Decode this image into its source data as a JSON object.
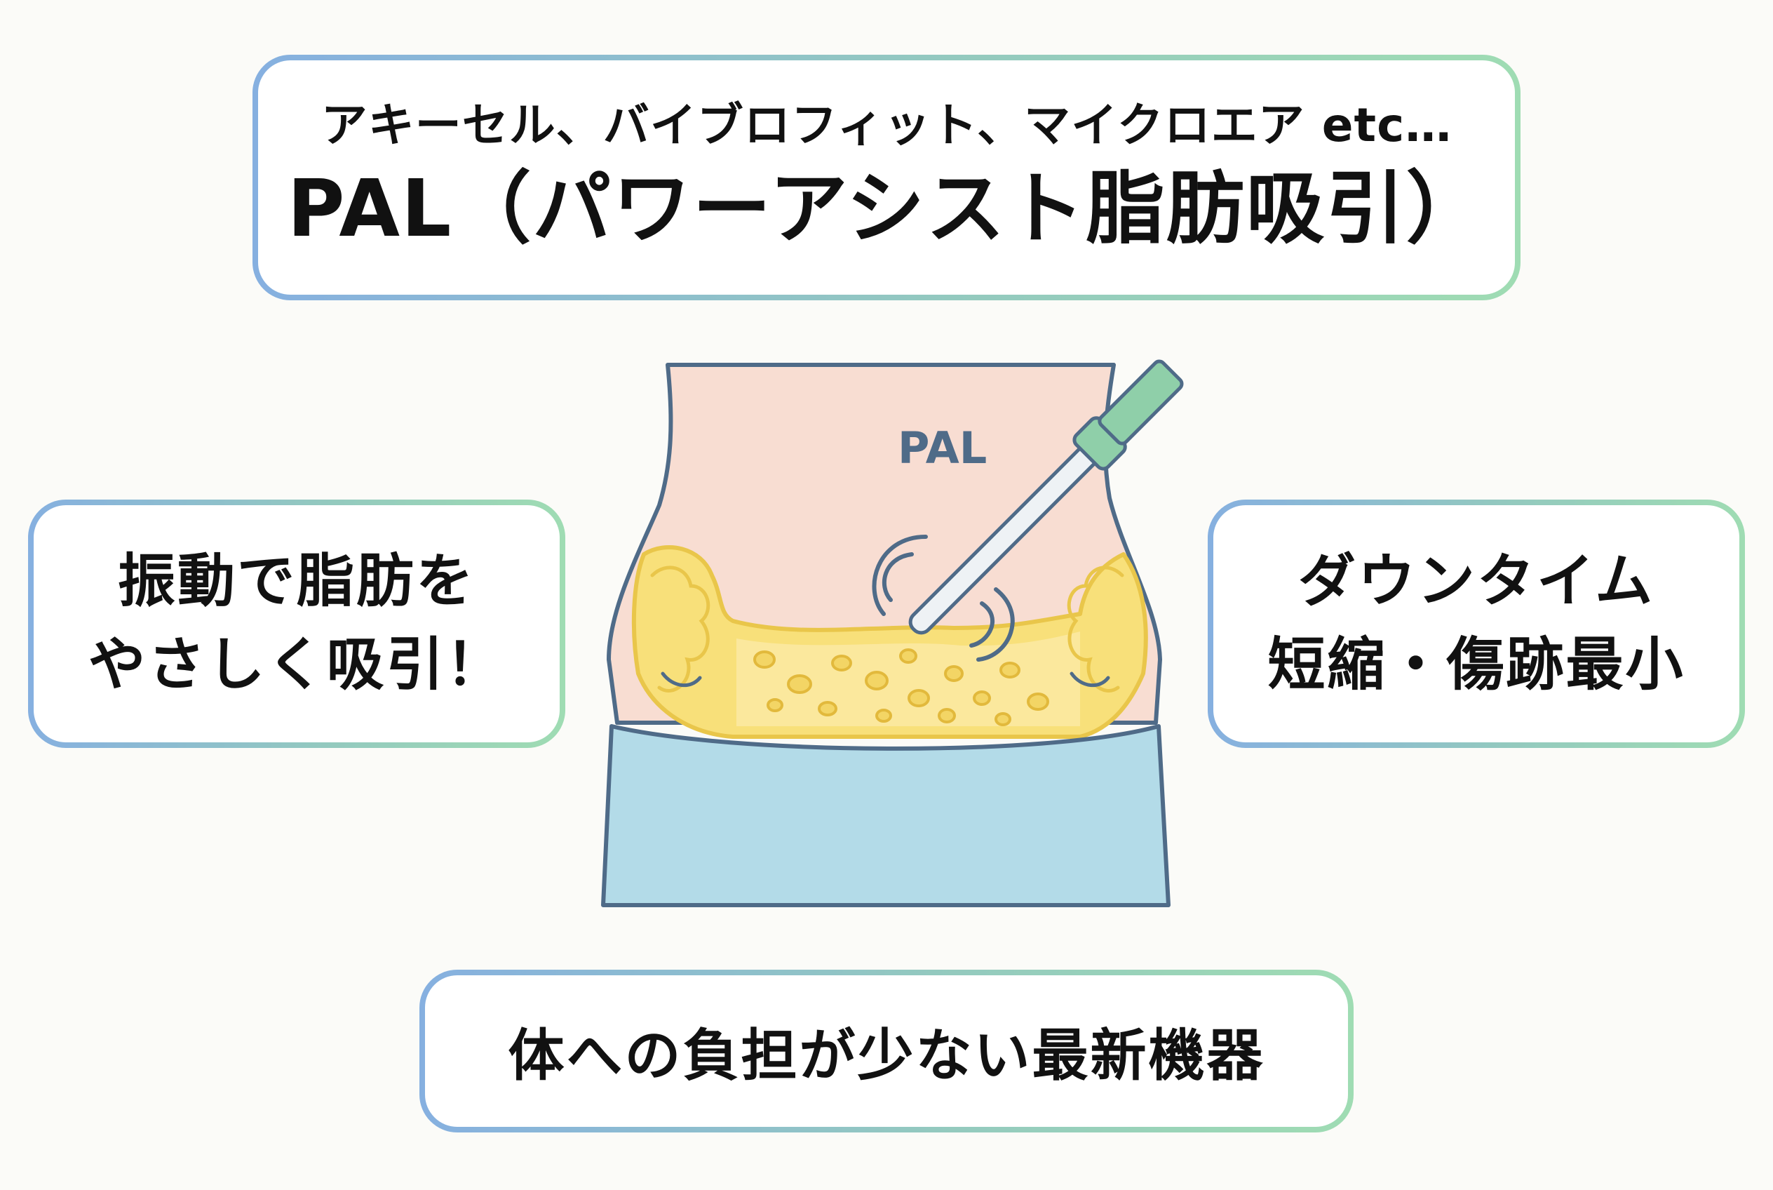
{
  "header": {
    "subtitle": "アキーセル、バイブロフィット、マイクロエア etc…",
    "title": "PAL（パワーアシスト脂肪吸引）"
  },
  "left_panel": {
    "line1": "振動で脂肪を",
    "line2": "やさしく吸引！"
  },
  "right_panel": {
    "line1": "ダウンタイム",
    "line2": "短縮・傷跡最小"
  },
  "bottom_panel": {
    "text": "体への負担が少ない最新機器"
  },
  "illustration": {
    "device_label": "PAL"
  },
  "colors": {
    "skin": "#f8ddd2",
    "fat": "#f8e07a",
    "fat_outline": "#e9c64a",
    "pants": "#b3dbe8",
    "outline": "#4f6b88",
    "device_handle": "#8fcfa9",
    "device_shaft": "#eef2f5",
    "frame_gradient_start": "#86b0e0",
    "frame_gradient_end": "#9fdcb3"
  }
}
